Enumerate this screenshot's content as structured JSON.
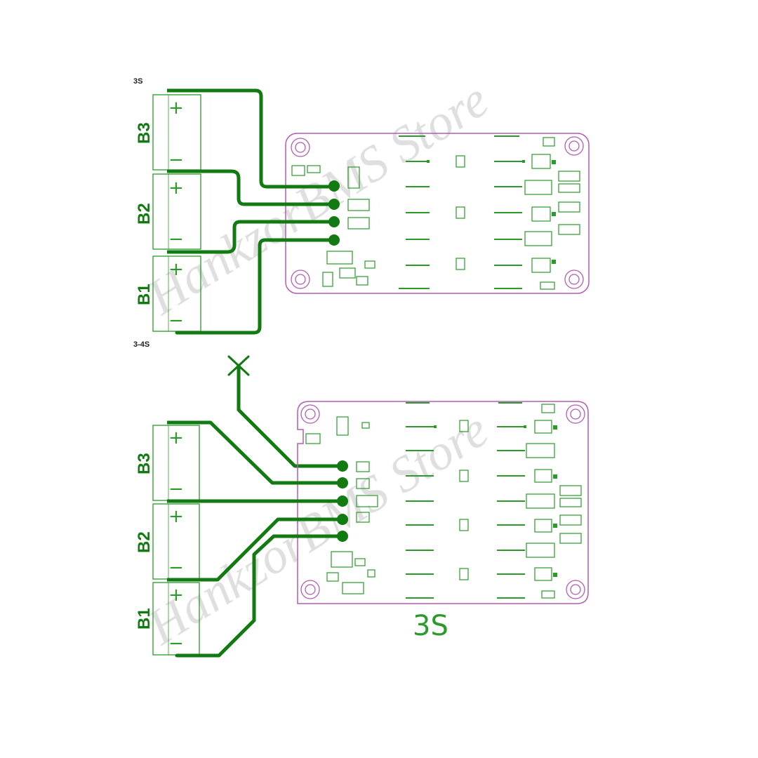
{
  "colors": {
    "trace": "#117a11",
    "silk": "#2a9a2a",
    "outline": "#b35cb3",
    "watermark": "#d8d8d8"
  },
  "top_section": {
    "label": "3S",
    "cells": [
      {
        "name": "B3",
        "plus": "+",
        "minus": "−"
      },
      {
        "name": "B2",
        "plus": "+",
        "minus": "−"
      },
      {
        "name": "B1",
        "plus": "+",
        "minus": "−"
      }
    ]
  },
  "bottom_section": {
    "label": "3-4S",
    "cells": [
      {
        "name": "B3",
        "plus": "+",
        "minus": "−"
      },
      {
        "name": "B2",
        "plus": "+",
        "minus": "−"
      },
      {
        "name": "B1",
        "plus": "+",
        "minus": "−"
      }
    ],
    "unused_wire_mark": "X",
    "board_caption": "3S"
  },
  "watermark": {
    "text": "HankzorBMS Store"
  }
}
